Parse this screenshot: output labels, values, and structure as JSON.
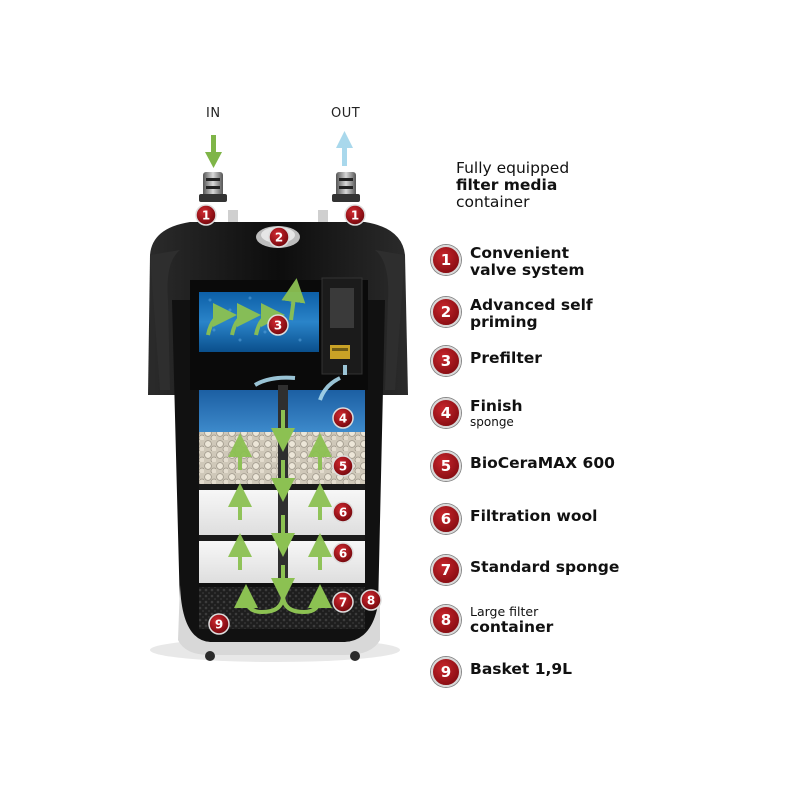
{
  "flow": {
    "in_label": "IN",
    "out_label": "OUT"
  },
  "header": {
    "line1": "Fully equipped",
    "line2": "filter media",
    "line3": "container"
  },
  "legend": [
    {
      "number": "1",
      "line1": "Convenient",
      "line2": "valve system"
    },
    {
      "number": "2",
      "line1": "Advanced self",
      "line2": "priming"
    },
    {
      "number": "3",
      "line1": "Prefilter"
    },
    {
      "number": "4",
      "line1": "Finish",
      "sub": "sponge"
    },
    {
      "number": "5",
      "line1": "BioCeraMAX 600"
    },
    {
      "number": "6",
      "line1": "Filtration wool"
    },
    {
      "number": "7",
      "line1": "Standard sponge"
    },
    {
      "number": "8",
      "small": "Large filter",
      "line2": "container"
    },
    {
      "number": "9",
      "line1": "Basket 1,9L"
    }
  ],
  "callouts": [
    {
      "number": "1"
    },
    {
      "number": "1"
    },
    {
      "number": "2"
    },
    {
      "number": "3"
    },
    {
      "number": "4"
    },
    {
      "number": "5"
    },
    {
      "number": "6"
    },
    {
      "number": "6"
    },
    {
      "number": "7"
    },
    {
      "number": "8"
    },
    {
      "number": "9"
    }
  ],
  "colors": {
    "badge_red": "#a5141b",
    "arrow_green": "#7fb548",
    "arrow_blue": "#a9d8ec",
    "body_black": "#151515",
    "sponge_blue": "#1d6fb0",
    "ceramic": "#d9d3c6",
    "wool": "#f3f3f3",
    "black_sponge": "#2a2a2a"
  }
}
